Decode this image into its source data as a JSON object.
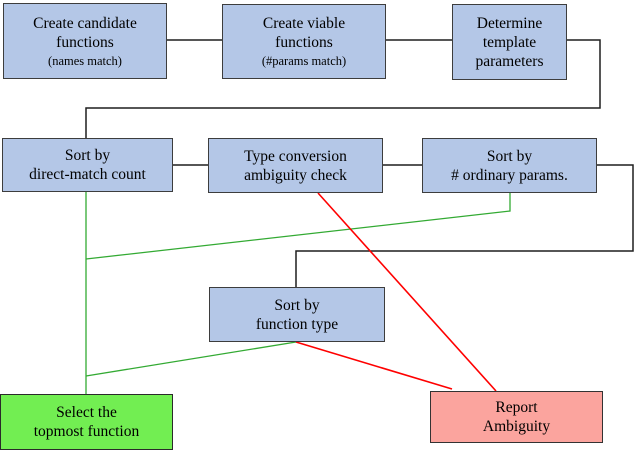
{
  "colors": {
    "node_blue": "#b4c7e7",
    "node_green": "#72ee52",
    "node_red": "#fba49e",
    "line_black": "#1f1f1f",
    "line_green": "#33aa33",
    "line_red": "#ff0000"
  },
  "nodes": {
    "create_candidate_functions": {
      "lines": [
        "Create candidate",
        "functions"
      ],
      "note": "(names match)"
    },
    "create_viable_functions": {
      "lines": [
        "Create viable",
        "functions"
      ],
      "note": "(#params match)"
    },
    "determine_template_parameters": {
      "lines": [
        "Determine",
        "template",
        "parameters"
      ]
    },
    "sort_by_direct_match": {
      "lines": [
        "Sort by",
        "direct-match count"
      ]
    },
    "type_conversion_check": {
      "lines": [
        "Type conversion",
        "ambiguity check"
      ]
    },
    "sort_by_ordinary_params": {
      "lines": [
        "Sort by",
        "# ordinary params."
      ]
    },
    "sort_by_function_type": {
      "lines": [
        "Sort by",
        "function type"
      ]
    },
    "select_topmost_function": {
      "lines": [
        "Select the",
        "topmost function"
      ]
    },
    "report_ambiguity": {
      "lines": [
        "Report",
        "Ambiguity"
      ]
    }
  },
  "edges": [
    {
      "from": "create_candidate_functions",
      "to": "create_viable_functions",
      "color": "black"
    },
    {
      "from": "create_viable_functions",
      "to": "determine_template_parameters",
      "color": "black"
    },
    {
      "from": "determine_template_parameters",
      "to": "sort_by_direct_match",
      "color": "black"
    },
    {
      "from": "sort_by_direct_match",
      "to": "type_conversion_check",
      "color": "black"
    },
    {
      "from": "type_conversion_check",
      "to": "sort_by_ordinary_params",
      "color": "black"
    },
    {
      "from": "sort_by_ordinary_params",
      "to": "sort_by_function_type",
      "color": "black"
    },
    {
      "from": "sort_by_direct_match",
      "to": "select_topmost_function",
      "color": "green"
    },
    {
      "from": "sort_by_ordinary_params",
      "to": "select_topmost_function",
      "color": "green"
    },
    {
      "from": "sort_by_function_type",
      "to": "select_topmost_function",
      "color": "green"
    },
    {
      "from": "type_conversion_check",
      "to": "report_ambiguity",
      "color": "red"
    },
    {
      "from": "sort_by_function_type",
      "to": "report_ambiguity",
      "color": "red"
    }
  ]
}
